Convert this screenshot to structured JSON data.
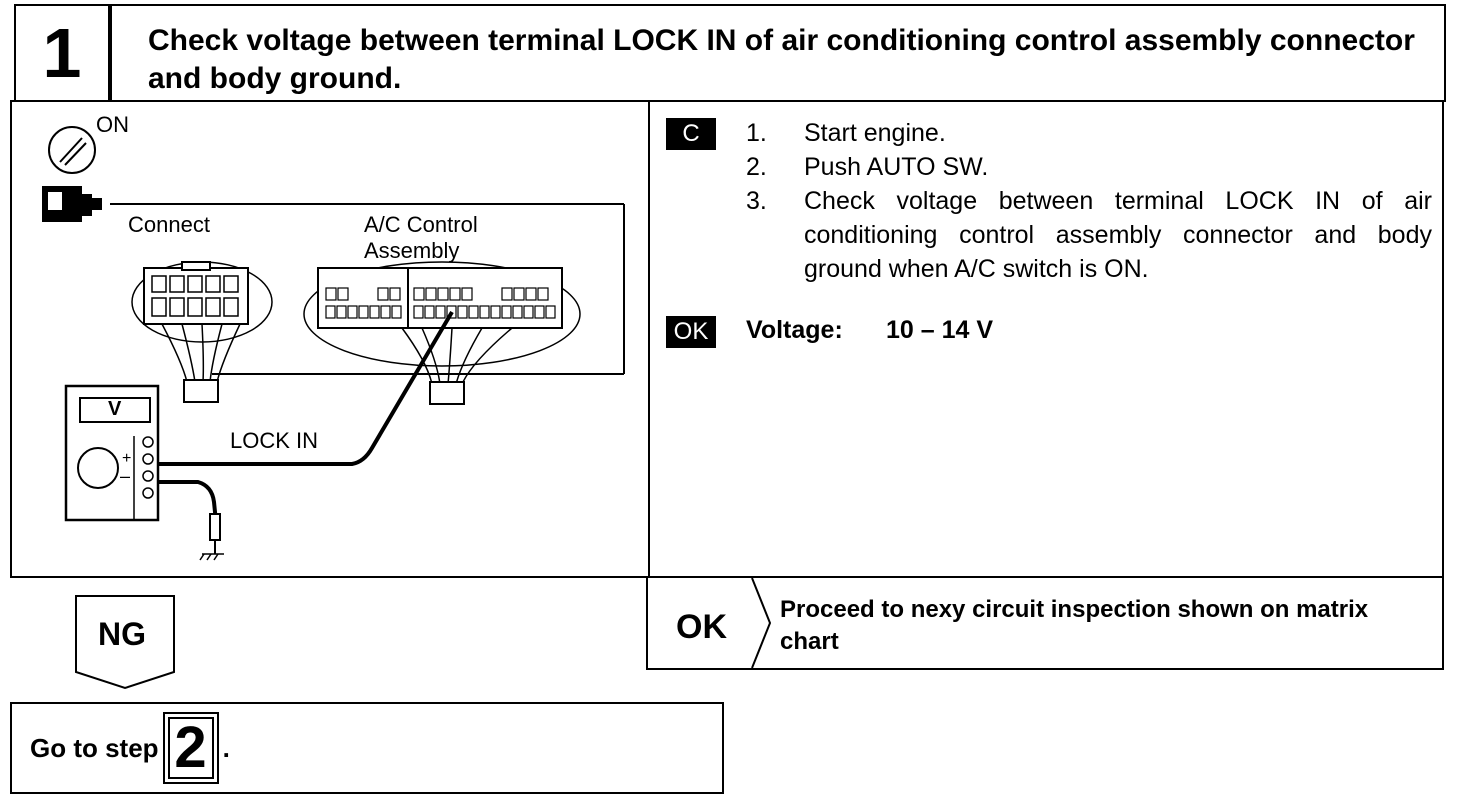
{
  "header": {
    "step_number": "1",
    "title": "Check voltage between terminal LOCK IN of air conditioning control assembly connector and body ground."
  },
  "illustration": {
    "ignition_label": "ON",
    "connect_label": "Connect",
    "ac_control_label_line1": "A/C Control",
    "ac_control_label_line2": "Assembly",
    "meter_label": "V",
    "lock_in_label": "LOCK IN",
    "plus_sign": "+",
    "minus_sign": "–"
  },
  "check": {
    "badge": "C",
    "steps": [
      {
        "num": "1.",
        "text": "Start engine."
      },
      {
        "num": "2.",
        "text": "Push AUTO SW."
      },
      {
        "num": "3.",
        "text": "Check voltage between terminal LOCK IN of air conditioning control assembly connector and body ground when A/C switch is ON."
      }
    ]
  },
  "spec": {
    "badge": "OK",
    "label": "Voltage:",
    "value": "10 – 14 V"
  },
  "ok_result": {
    "label": "OK",
    "text": "Proceed to nexy circuit inspection shown on matrix chart"
  },
  "ng": {
    "label": "NG"
  },
  "goto": {
    "prefix": "Go to step",
    "step": "2",
    "suffix": "."
  }
}
